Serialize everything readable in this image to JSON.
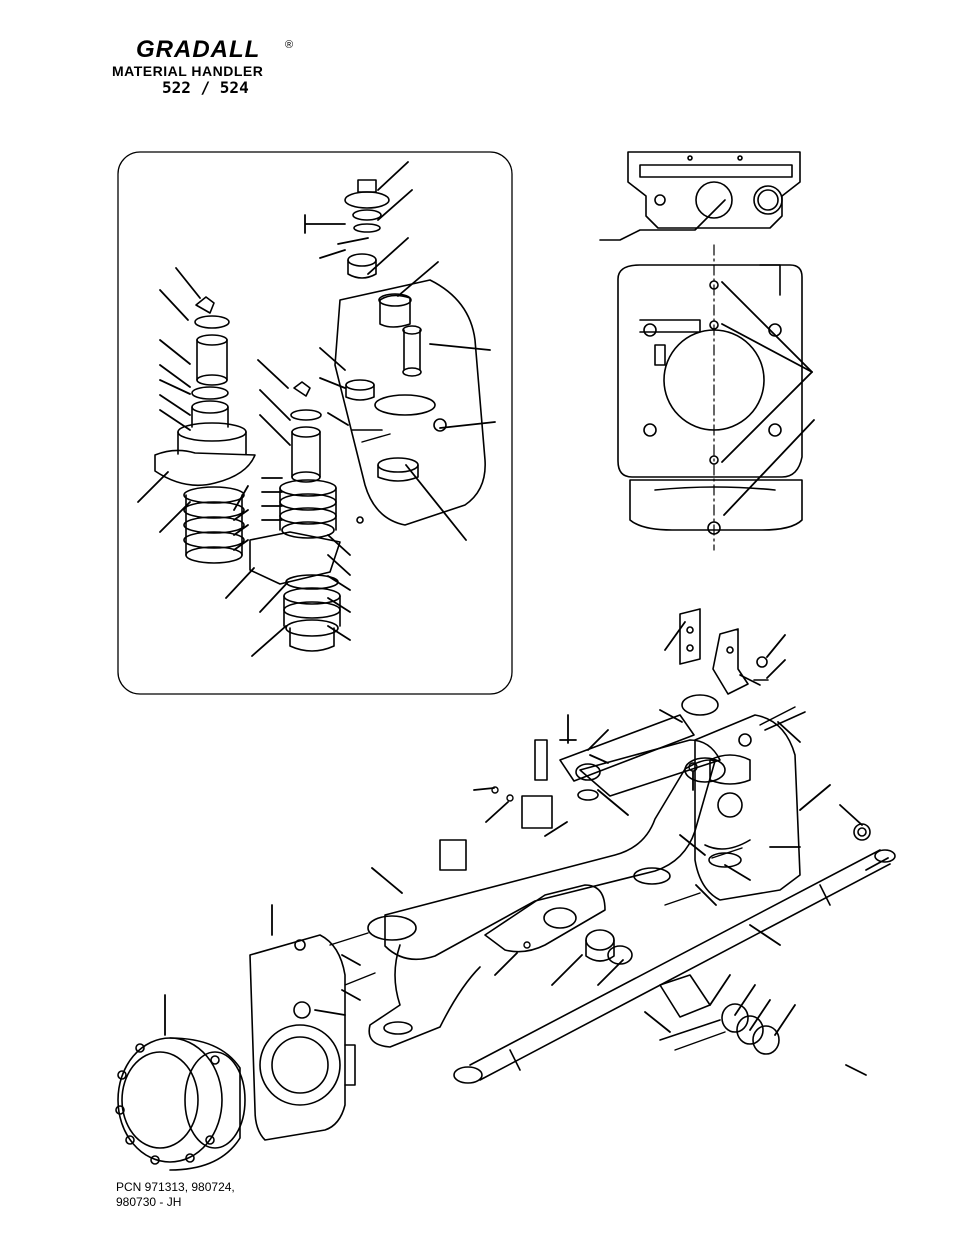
{
  "logo": {
    "brand": "GRADALL",
    "registered": "®",
    "subtitle": "MATERIAL HANDLER",
    "model": "522 / 524"
  },
  "footer": {
    "pcn_line1": "PCN 971313, 980724,",
    "pcn_line2": "980730 - JH"
  },
  "style": {
    "line_color": "#000000",
    "background": "#ffffff"
  }
}
